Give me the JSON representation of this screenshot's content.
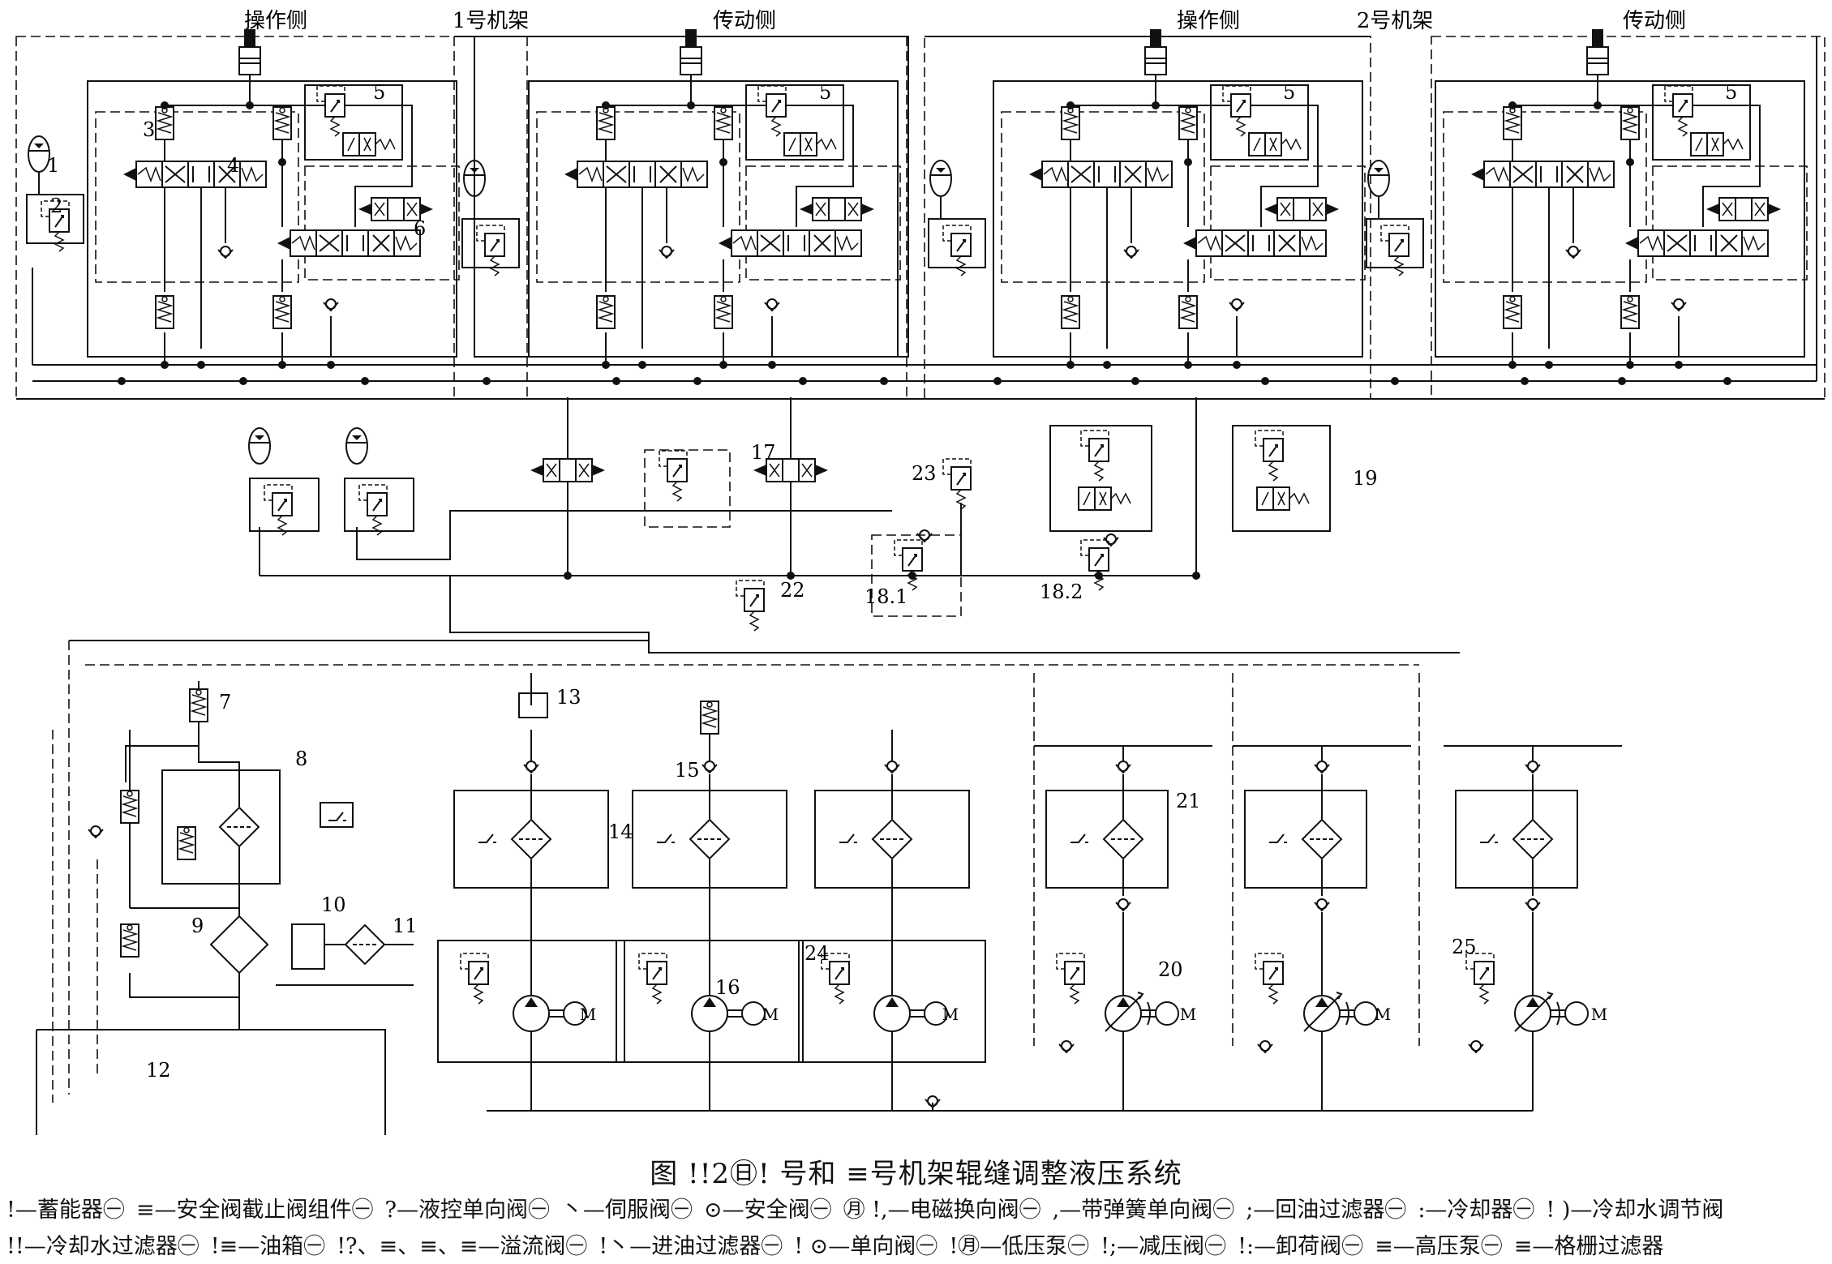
{
  "headers": {
    "stand1": "1号机架",
    "stand2": "2号机架",
    "operator_side": "操作侧",
    "drive_side": "传动侧"
  },
  "callouts": [
    "1",
    "2",
    "3",
    "4",
    "5",
    "6",
    "7",
    "8",
    "9",
    "10",
    "11",
    "12",
    "13",
    "14",
    "15",
    "16",
    "17",
    "18.1",
    "18.2",
    "19",
    "20",
    "21",
    "22",
    "23",
    "24",
    "25"
  ],
  "motor_label": "M",
  "caption": "图 !!2㊐! 号和 ≡号机架辊缝调整液压系统",
  "legend_line1": [
    "!—蓄能器㊀",
    "≡—安全阀截止阀组件㊀",
    "?—液控单向阀㊀",
    "丶—伺服阀㊀",
    "⊙—安全阀㊀",
    "㊊ !,—电磁换向阀㊀",
    ",—带弹簧单向阀㊀",
    ";—回油过滤器㊀",
    ":—冷却器㊀",
    "! )—冷却水调节阀"
  ],
  "legend_line2": [
    "!!—冷却水过滤器㊀",
    "!≡—油箱㊀",
    "!?、≡、≡、≡—溢流阀㊀",
    "!丶—进油过滤器㊀",
    "! ⊙—单向阀㊀",
    "!㊊—低压泵㊀",
    "!;—减压阀㊀",
    "!:—卸荷阀㊀",
    "≡—高压泵㊀",
    "≡—格栅过滤器"
  ]
}
